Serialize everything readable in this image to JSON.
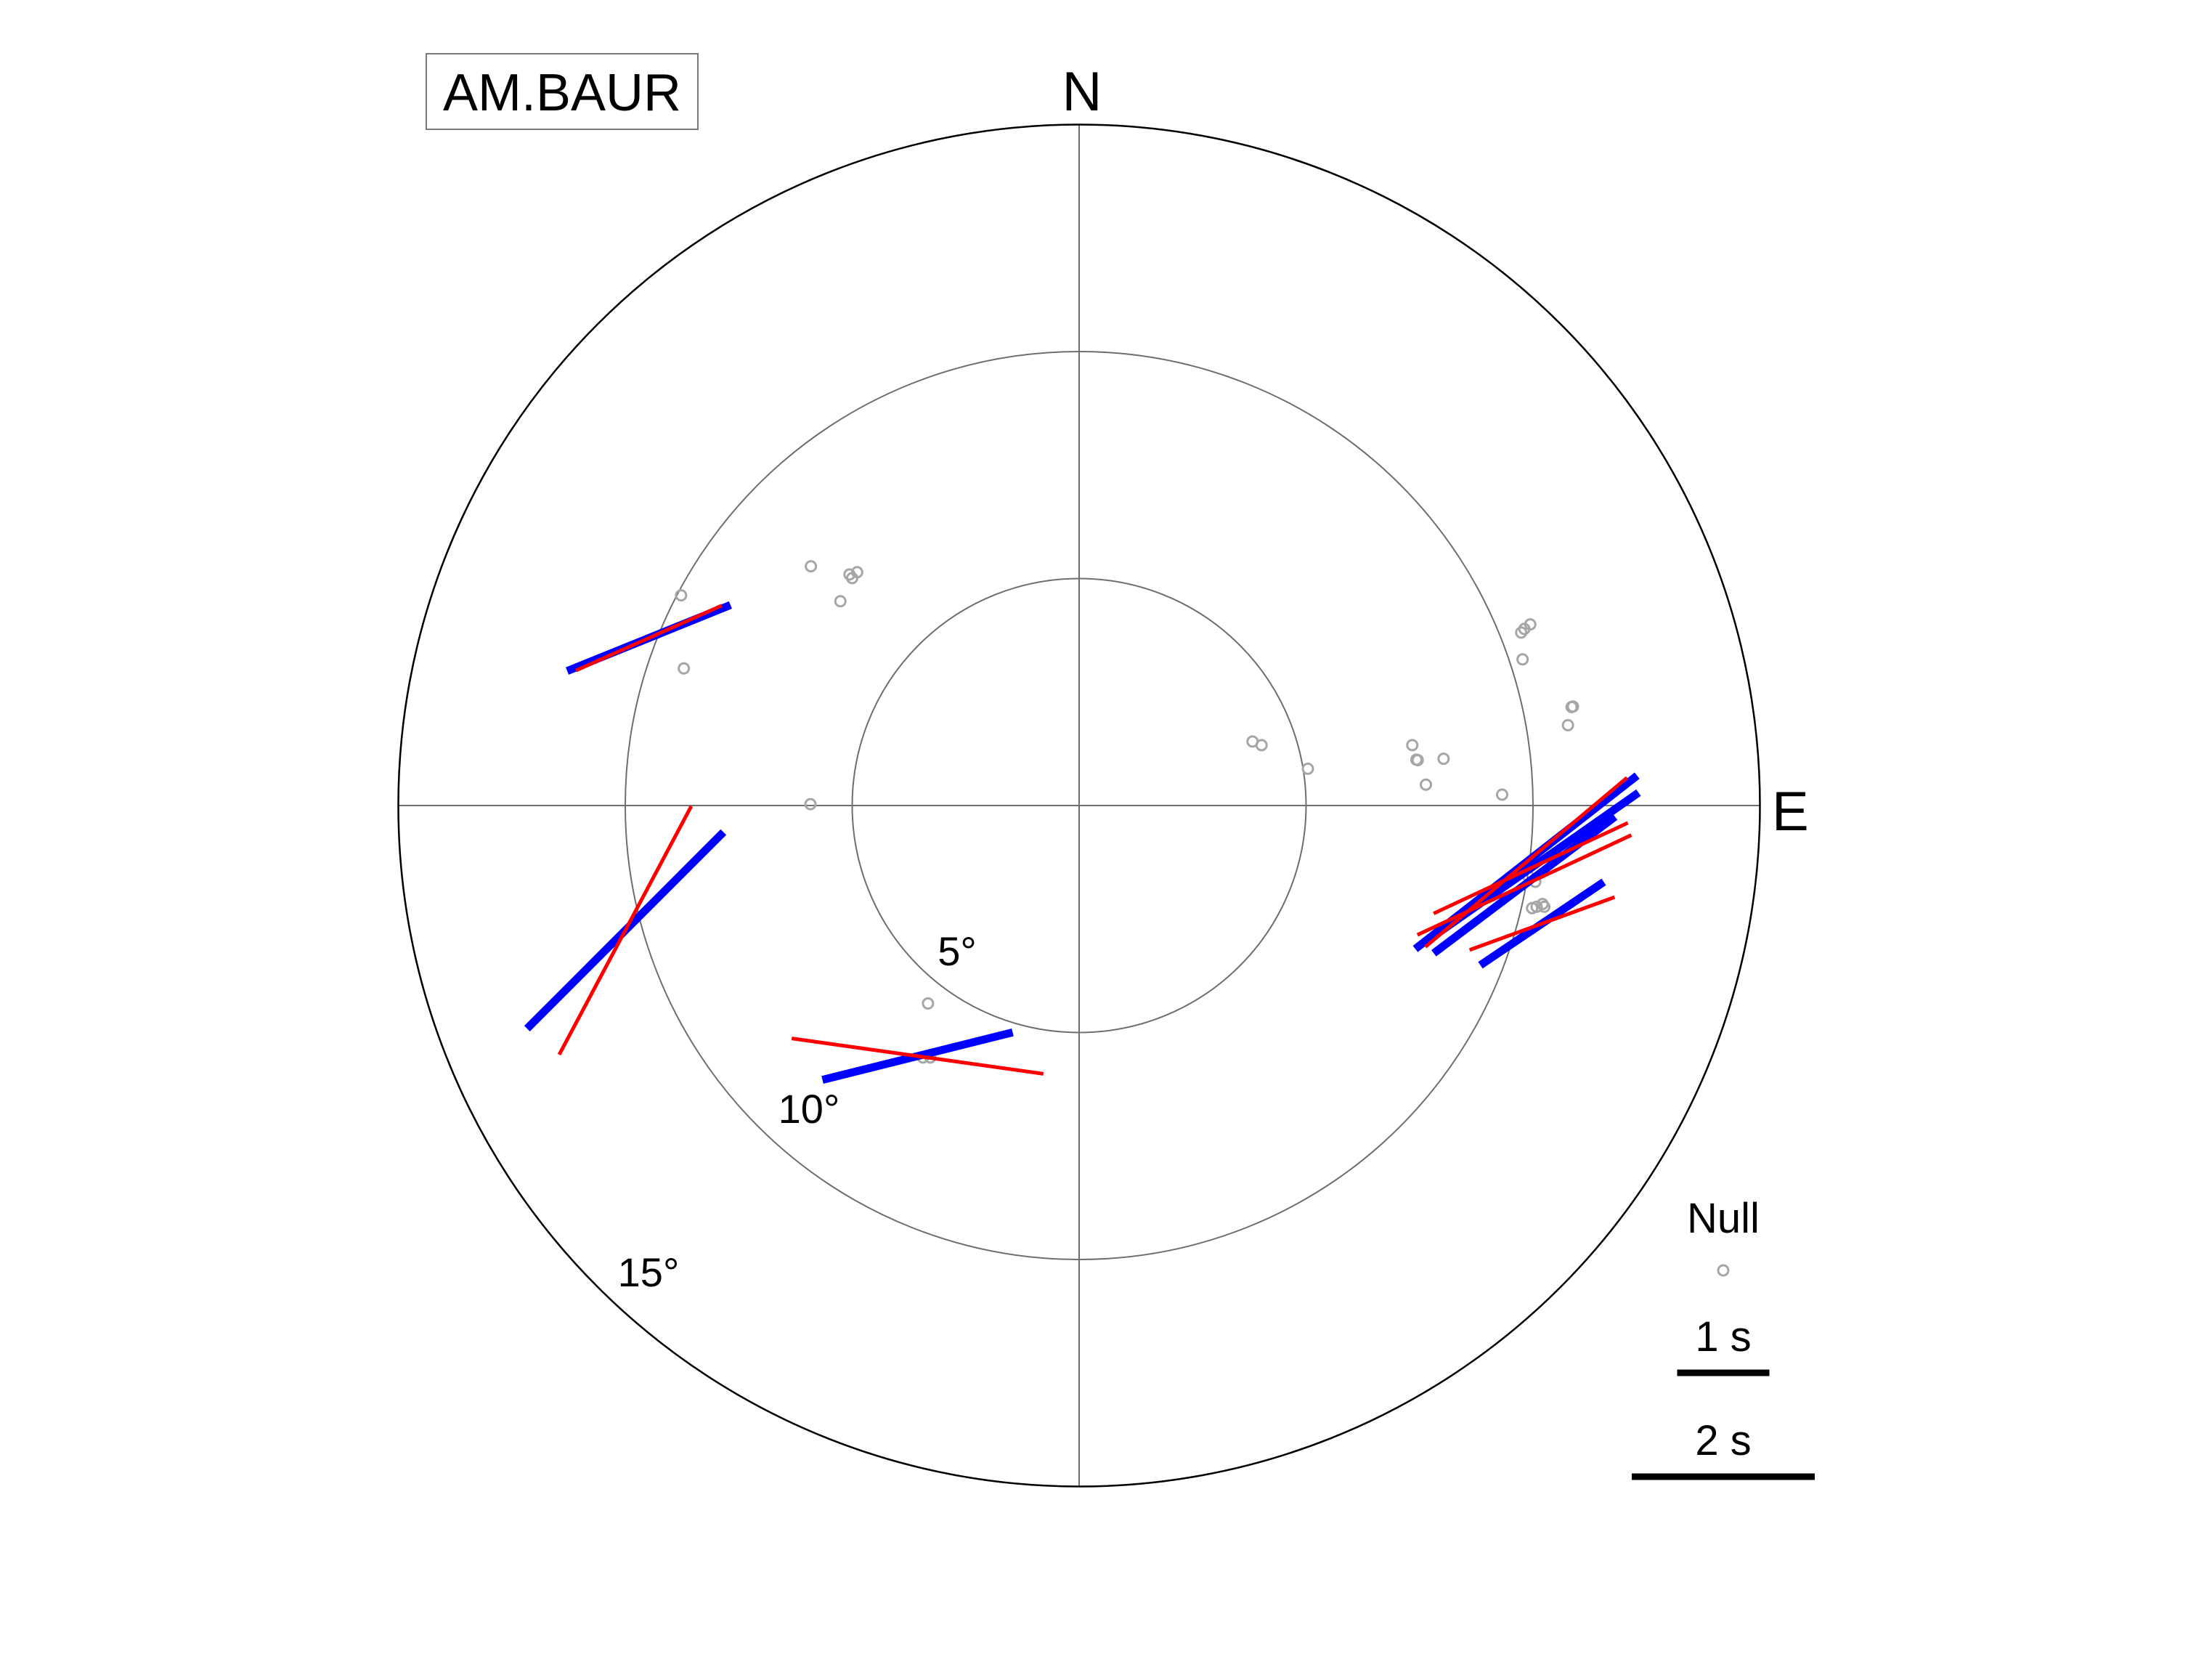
{
  "station": "AM.BAUR",
  "colors": {
    "ring": "#000000",
    "grid": "#6e6e6e",
    "null": "#a6a6a6",
    "blue": "#0000ff",
    "red": "#ff0000",
    "scale": "#000000"
  },
  "chart_data": {
    "type": "polar-scatter",
    "title": "AM.BAUR",
    "directions": {
      "north": "N",
      "east": "E"
    },
    "rings": [
      {
        "deg": 5,
        "label": "5°"
      },
      {
        "deg": 10,
        "label": "10°"
      },
      {
        "deg": 15,
        "label": "15°"
      }
    ],
    "null_points": [
      [
        -8.77,
        4.63
      ],
      [
        -5.91,
        5.27
      ],
      [
        -8.71,
        3.02
      ],
      [
        -4.89,
        5.14
      ],
      [
        -5.0,
        5.01
      ],
      [
        -5.26,
        4.5
      ],
      [
        -5.06,
        5.09
      ],
      [
        -5.92,
        0.03
      ],
      [
        3.82,
        1.41
      ],
      [
        4.02,
        1.33
      ],
      [
        5.04,
        0.81
      ],
      [
        7.34,
        1.33
      ],
      [
        7.43,
        1.01
      ],
      [
        7.46,
        1.0
      ],
      [
        8.03,
        1.03
      ],
      [
        7.64,
        0.46
      ],
      [
        9.32,
        0.24
      ],
      [
        9.74,
        3.81
      ],
      [
        9.81,
        3.89
      ],
      [
        9.94,
        3.99
      ],
      [
        9.77,
        3.22
      ],
      [
        10.85,
        2.17
      ],
      [
        10.88,
        2.18
      ],
      [
        10.77,
        1.77
      ],
      [
        9.89,
        -1.55
      ],
      [
        10.05,
        -1.68
      ],
      [
        9.98,
        -2.26
      ],
      [
        10.08,
        -2.23
      ],
      [
        10.25,
        -2.23
      ],
      [
        10.21,
        -2.17
      ],
      [
        -3.33,
        -4.36
      ],
      [
        -3.44,
        -5.55
      ],
      [
        -3.28,
        -5.55
      ]
    ],
    "splits": [
      {
        "x": -9.48,
        "y": 3.69,
        "fast_azimuth": 68,
        "delay_s": 0.97
      },
      {
        "x": -10.0,
        "y": -2.75,
        "fast_azimuth": 45,
        "delay_s": 1.53
      },
      {
        "x": -3.56,
        "y": -5.52,
        "fast_azimuth": 76,
        "delay_s": 1.08
      },
      {
        "x": 9.85,
        "y": -1.25,
        "fast_azimuth": 52,
        "delay_s": 1.55
      },
      {
        "x": 9.95,
        "y": -1.38,
        "fast_azimuth": 55,
        "delay_s": 1.45
      },
      {
        "x": 9.81,
        "y": -1.75,
        "fast_azimuth": 53,
        "delay_s": 1.25
      },
      {
        "x": 10.2,
        "y": -2.6,
        "fast_azimuth": 56,
        "delay_s": 0.82
      }
    ],
    "reference": [
      {
        "x": -9.48,
        "y": 3.69,
        "fast_azimuth": 66,
        "delay_s": 0.88
      },
      {
        "x": -10.0,
        "y": -2.75,
        "fast_azimuth": 28,
        "delay_s": 1.55
      },
      {
        "x": -3.56,
        "y": -5.52,
        "fast_azimuth": 98,
        "delay_s": 1.4
      },
      {
        "x": 9.85,
        "y": -1.25,
        "fast_azimuth": 50,
        "delay_s": 1.45
      },
      {
        "x": 9.95,
        "y": -1.38,
        "fast_azimuth": 65,
        "delay_s": 1.18
      },
      {
        "x": 9.81,
        "y": -1.75,
        "fast_azimuth": 65,
        "delay_s": 1.3
      },
      {
        "x": 10.2,
        "y": -2.6,
        "fast_azimuth": 70,
        "delay_s": 0.85
      }
    ],
    "legend": {
      "null_label": "Null",
      "scale_bars": [
        {
          "label": "1 s",
          "seconds": 1
        },
        {
          "label": "2 s",
          "seconds": 2
        }
      ]
    }
  }
}
